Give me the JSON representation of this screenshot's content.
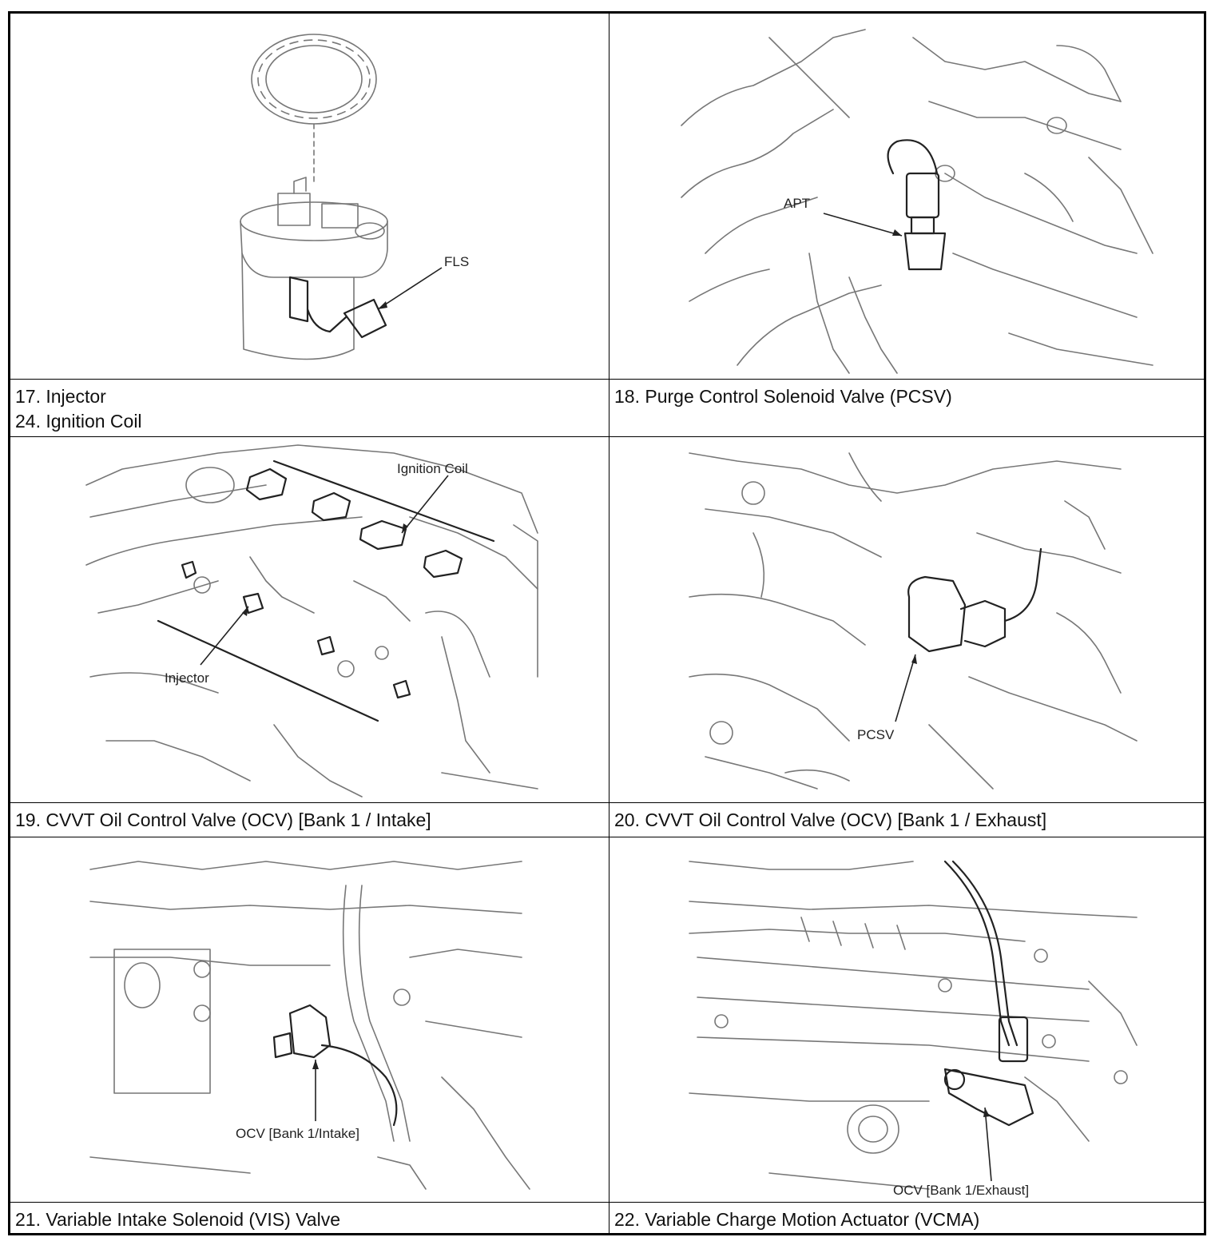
{
  "panels": [
    {
      "callouts": [
        "FLS"
      ],
      "caption_lines": [
        "17. Injector",
        "24. Ignition Coil"
      ]
    },
    {
      "callouts": [
        "APT"
      ],
      "caption_lines": [
        "18. Purge Control Solenoid Valve (PCSV)"
      ]
    },
    {
      "callouts": [
        "Ignition Coil",
        "Injector"
      ],
      "caption_lines": [
        "19. CVVT Oil Control Valve (OCV) [Bank 1 / Intake]"
      ]
    },
    {
      "callouts": [
        "PCSV"
      ],
      "caption_lines": [
        "20. CVVT Oil Control Valve (OCV) [Bank 1 / Exhaust]"
      ]
    },
    {
      "callouts": [
        "OCV [Bank 1/Intake]"
      ],
      "caption_lines": [
        "21. Variable Intake Solenoid (VIS) Valve"
      ]
    },
    {
      "callouts": [
        "OCV [Bank 1/Exhaust]"
      ],
      "caption_lines": [
        "22. Variable Charge Motion Actuator (VCMA)"
      ]
    }
  ]
}
